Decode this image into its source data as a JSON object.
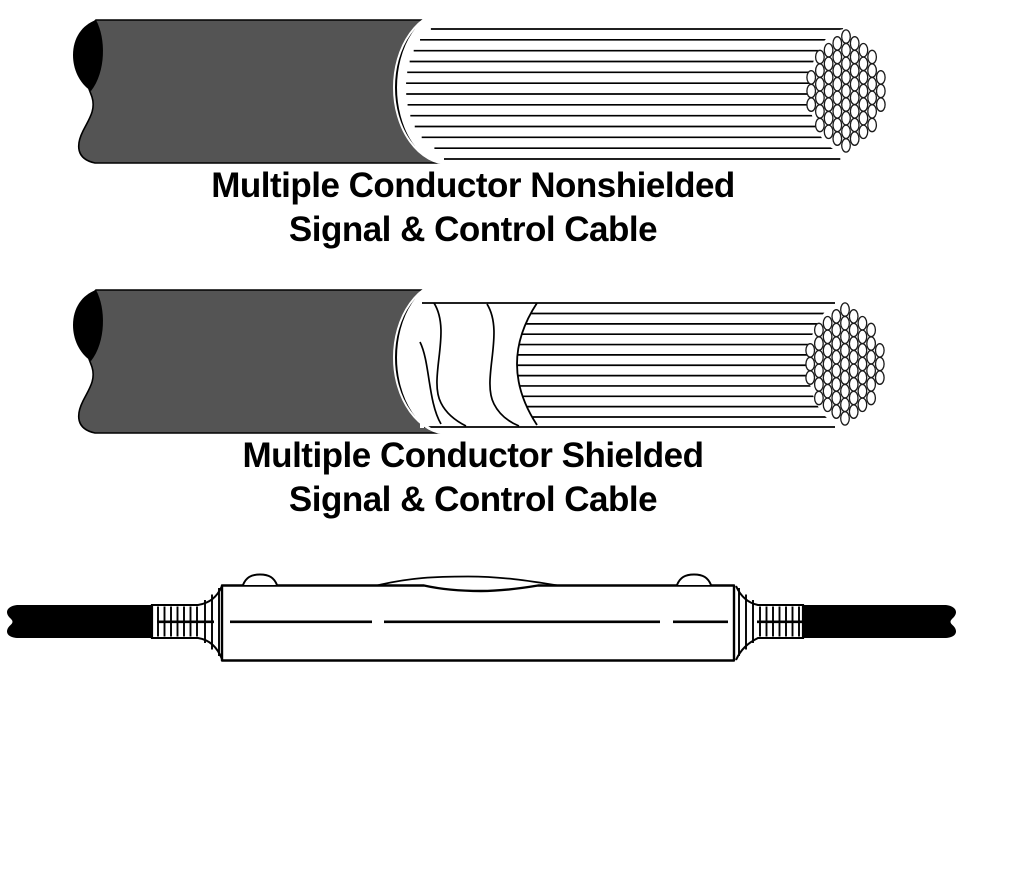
{
  "figure": {
    "captions": {
      "nonshielded": {
        "line1": "Multiple Conductor Nonshielded",
        "line2": "Signal & Control Cable"
      },
      "shielded": {
        "line1": "Multiple Conductor Shielded",
        "line2": "Signal & Control Cable"
      }
    },
    "colors": {
      "jacket_gray": "#545454",
      "ink": "#000000",
      "paper": "#ffffff",
      "strand_outline": "#1a1a1a"
    },
    "illustrations": [
      "multiple-conductor-nonshielded-cable",
      "multiple-conductor-shielded-cable",
      "inline-cable-splice"
    ]
  }
}
